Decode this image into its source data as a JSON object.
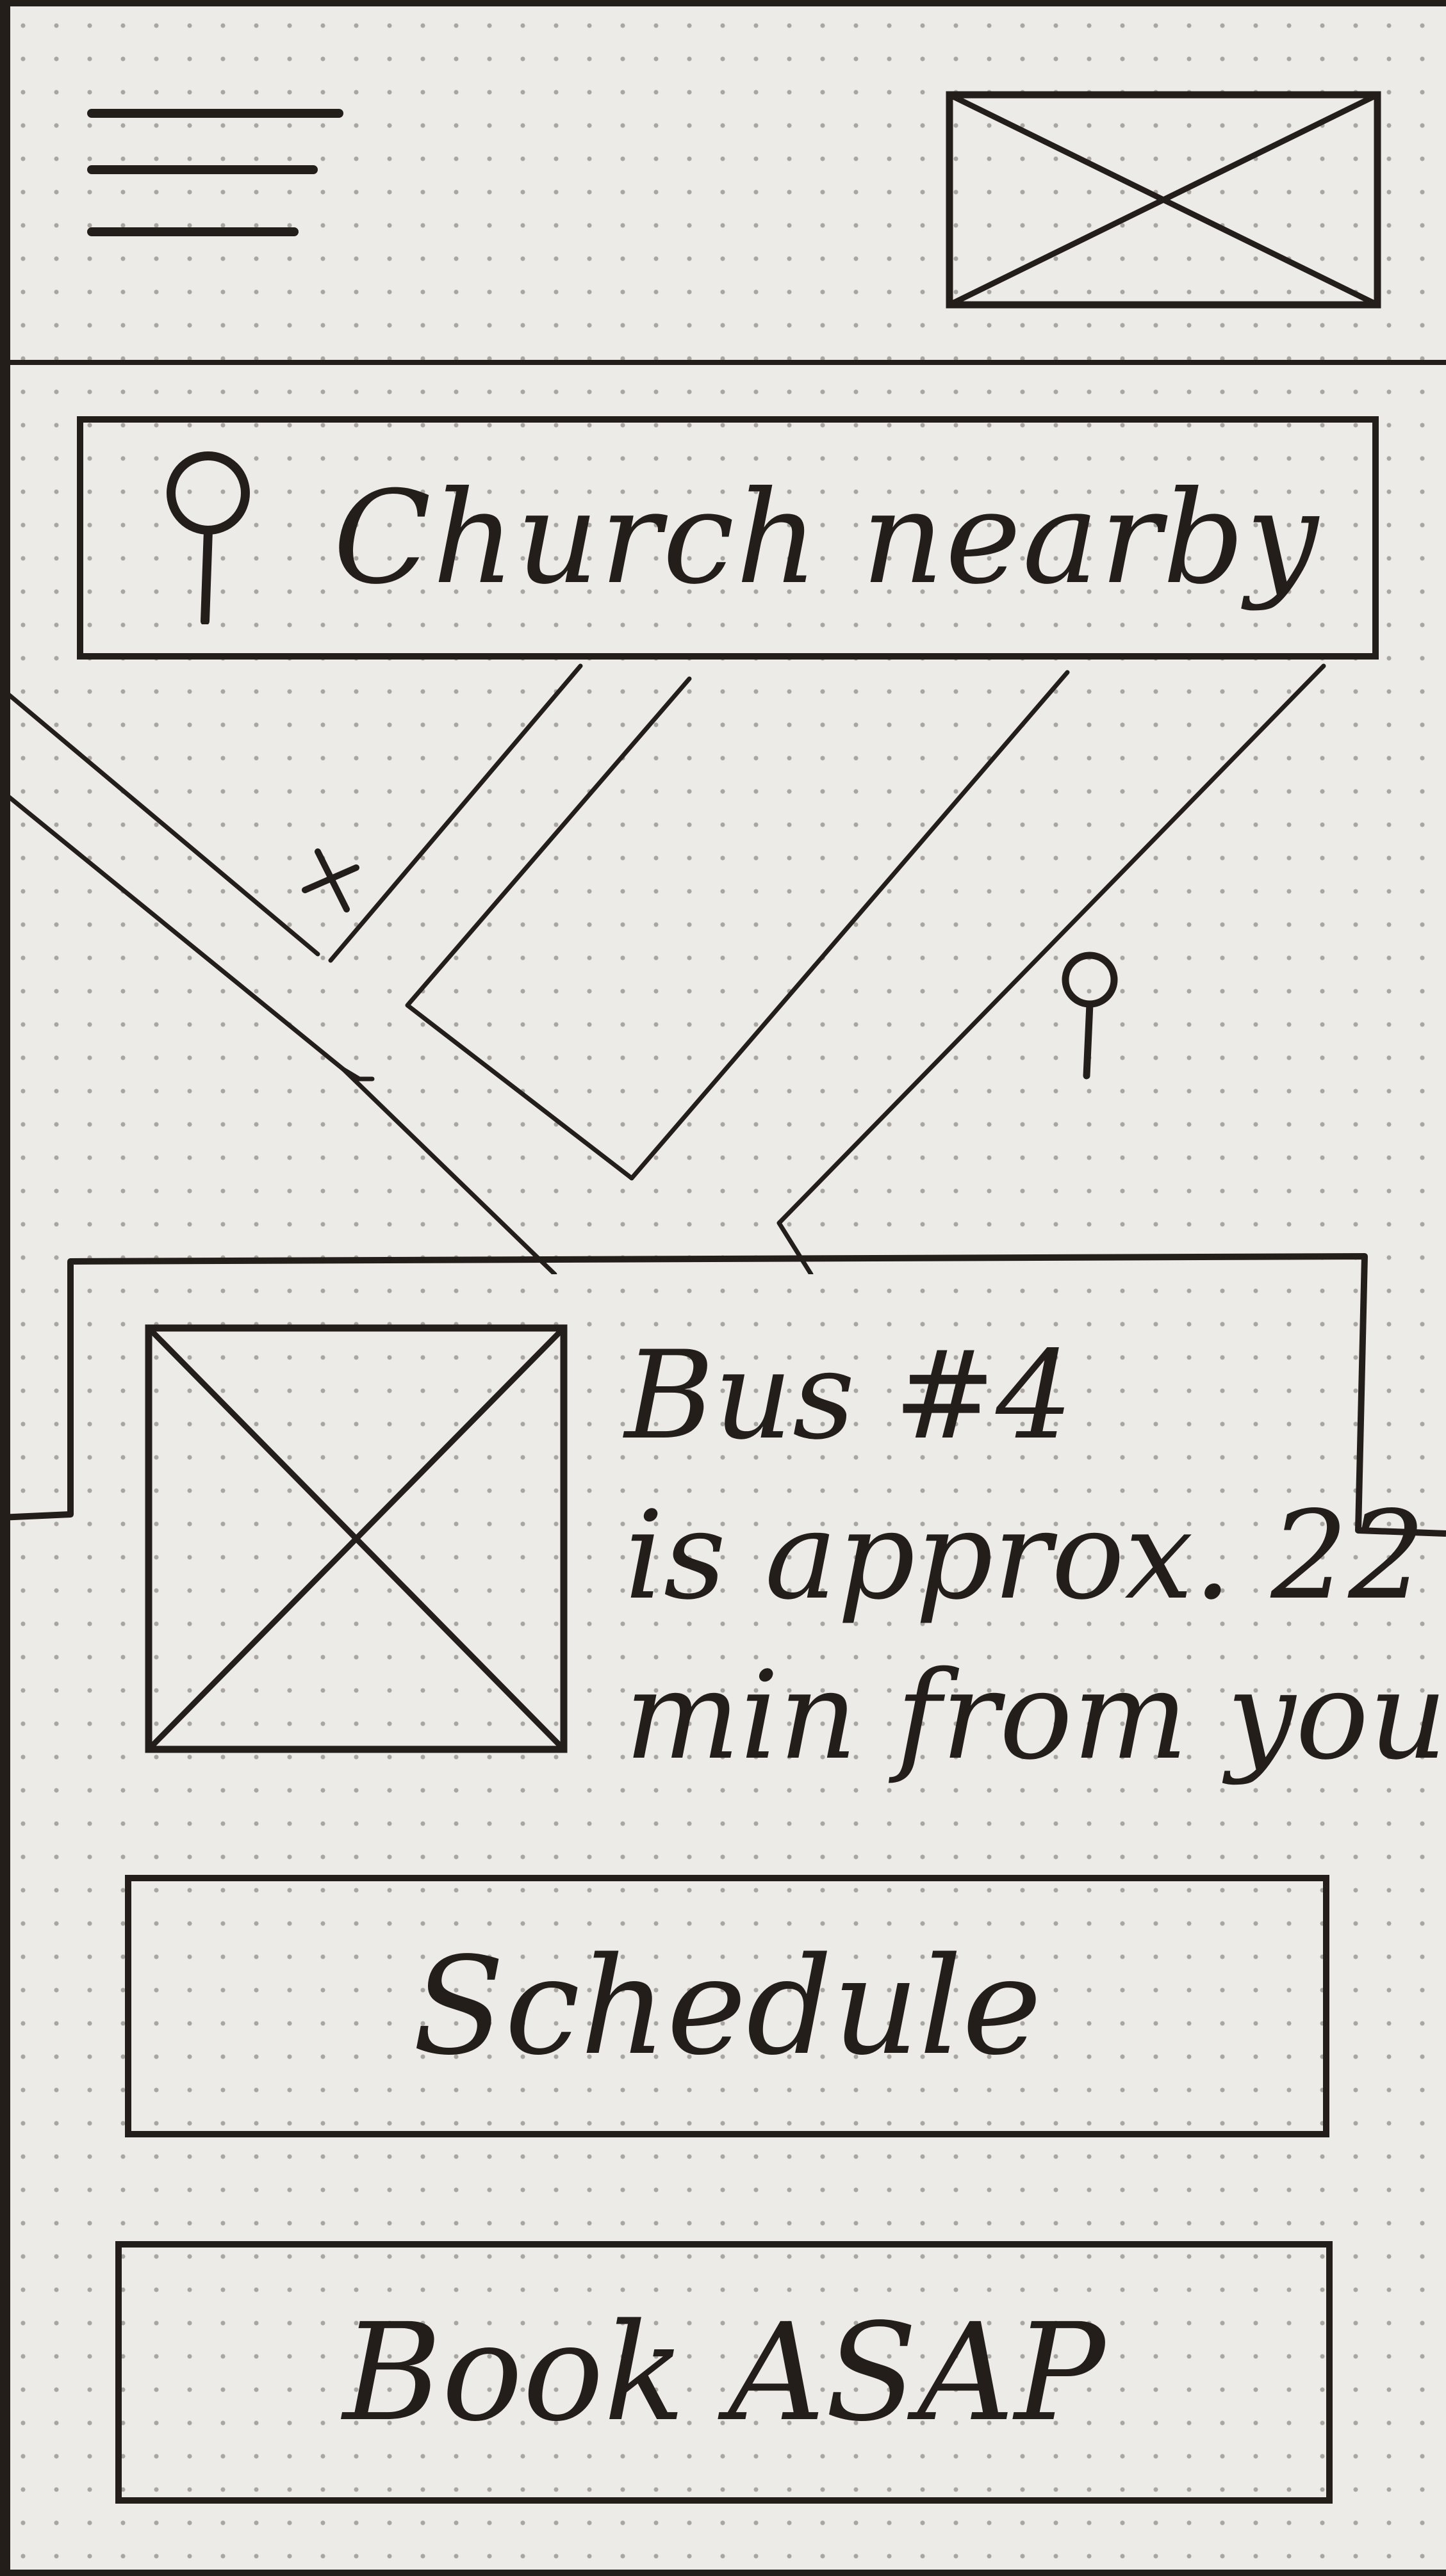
{
  "header": {
    "menu_icon": "hamburger-menu-icon",
    "logo": "image-placeholder"
  },
  "search": {
    "value": "Church nearby",
    "icon": "location-pin-icon"
  },
  "map": {
    "markers": [
      {
        "type": "current-position",
        "symbol": "x",
        "icon": "x-mark-icon"
      },
      {
        "type": "destination",
        "icon": "location-pin-icon"
      }
    ]
  },
  "bus_card": {
    "image": "image-placeholder",
    "lines": [
      "Bus #4",
      "is approx. 22",
      "min from you"
    ]
  },
  "buttons": {
    "schedule": "Schedule",
    "book": "Book ASAP"
  },
  "colors": {
    "ink": "#231e1a",
    "paper": "#ecebe8",
    "dots": "#a9a6a0"
  }
}
